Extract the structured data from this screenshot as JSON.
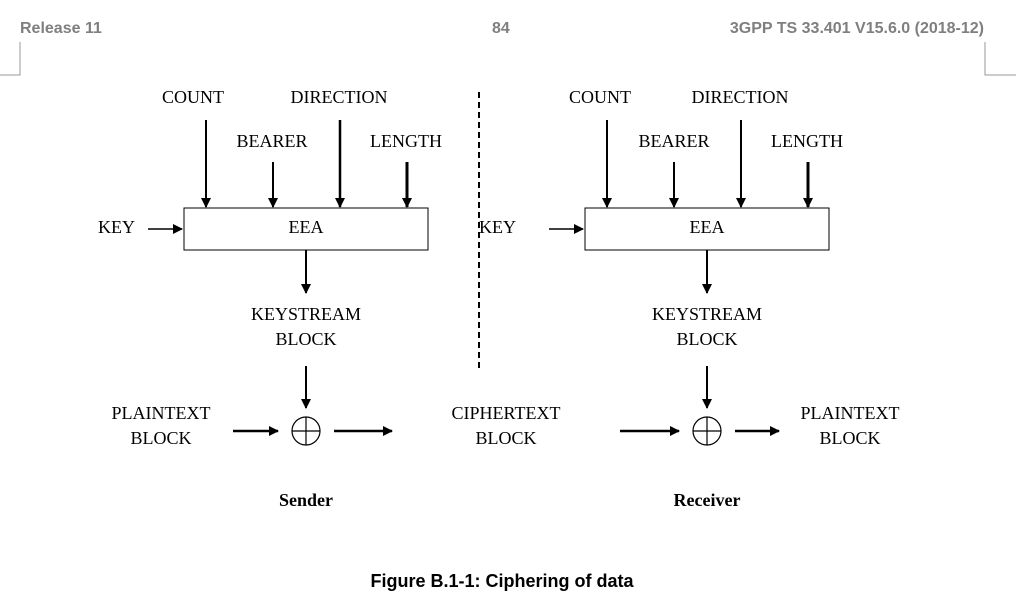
{
  "header": {
    "left": "Release 11",
    "center": "84",
    "right": "3GPP TS 33.401 V15.6.0 (2018-12)"
  },
  "sender": {
    "count": "COUNT",
    "direction": "DIRECTION",
    "bearer": "BEARER",
    "length": "LENGTH",
    "key": "KEY",
    "eea": "EEA",
    "keystream_line1": "KEYSTREAM",
    "keystream_line2": "BLOCK",
    "plaintext_line1": "PLAINTEXT",
    "plaintext_line2": "BLOCK",
    "caption": "Sender"
  },
  "middle": {
    "ciphertext_line1": "CIPHERTEXT",
    "ciphertext_line2": "BLOCK"
  },
  "receiver": {
    "count": "COUNT",
    "direction": "DIRECTION",
    "bearer": "BEARER",
    "length": "LENGTH",
    "key": "KEY",
    "eea": "EEA",
    "keystream_line1": "KEYSTREAM",
    "keystream_line2": "BLOCK",
    "plaintext_line1": "PLAINTEXT",
    "plaintext_line2": "BLOCK",
    "caption": "Receiver"
  },
  "figure_caption": "Figure B.1-1: Ciphering of data"
}
